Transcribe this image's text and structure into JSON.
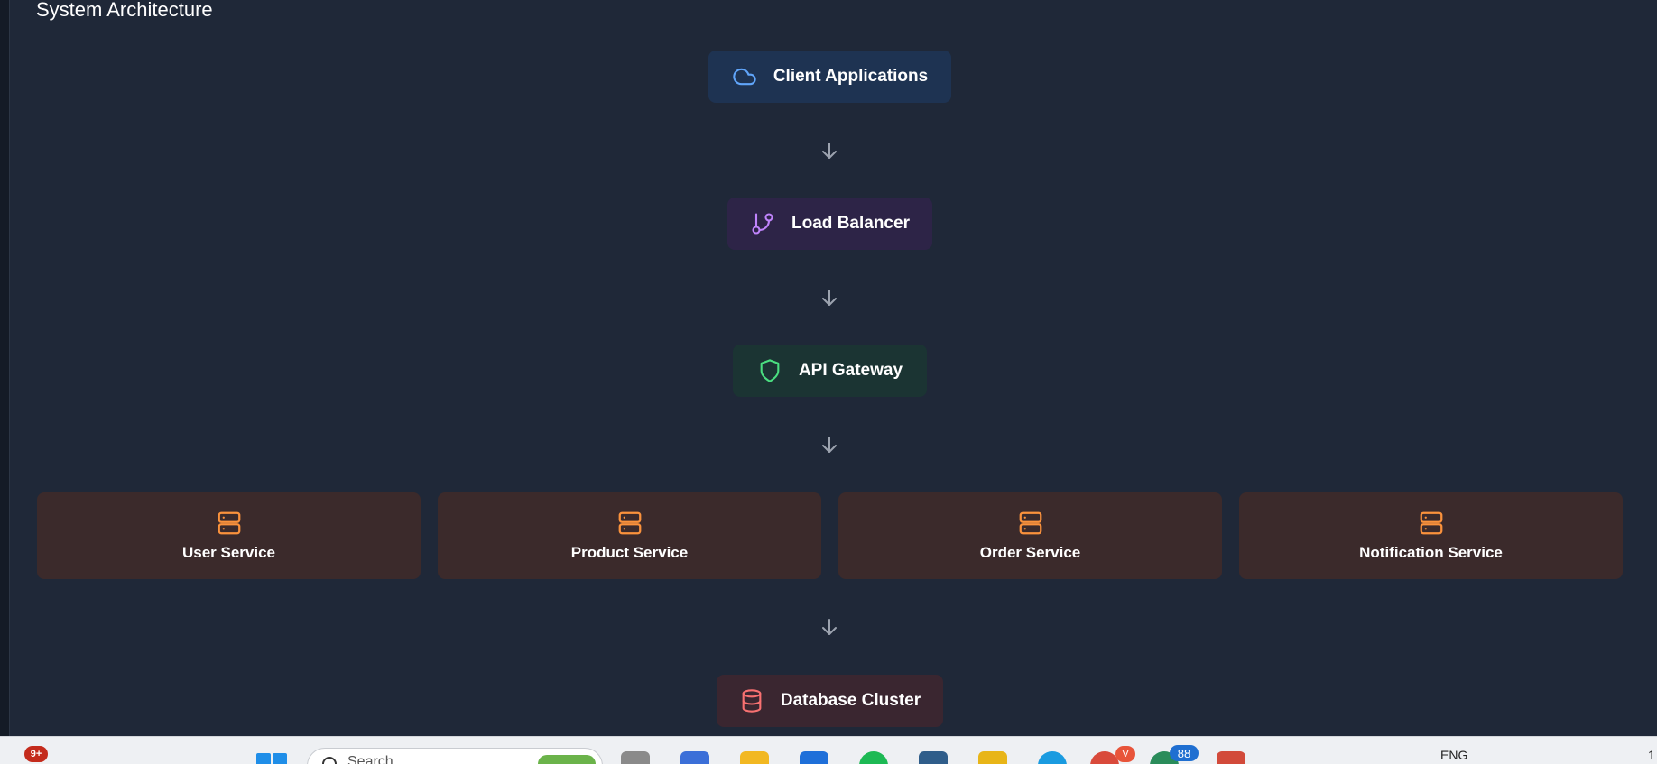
{
  "title": "System Architecture",
  "nodes": {
    "client": "Client Applications",
    "load_balancer": "Load Balancer",
    "gateway": "API Gateway",
    "database": "Database Cluster"
  },
  "services": [
    "User Service",
    "Product Service",
    "Order Service",
    "Notification Service"
  ],
  "icons": {
    "client": "cloud-icon",
    "load_balancer": "git-branch-icon",
    "gateway": "shield-icon",
    "services": "server-icon",
    "database": "database-icon",
    "arrows": "arrow-down-icon"
  },
  "colors": {
    "background": "#1f2838",
    "client_bg": "#1e3352",
    "client_icon": "#60a5fa",
    "lb_bg": "#2d2447",
    "lb_icon": "#c084fc",
    "gateway_bg": "#1b3433",
    "gateway_icon": "#4ade80",
    "service_bg": "#3b2a2b",
    "service_icon": "#fb923c",
    "db_bg": "#3a2630",
    "db_icon": "#f87171",
    "arrow": "#9ca3af"
  },
  "taskbar": {
    "notification_badge": "9+",
    "search_placeholder": "Search",
    "app_badge_v": "V",
    "app_badge_count": "88",
    "language": "ENG",
    "clock": "1"
  }
}
